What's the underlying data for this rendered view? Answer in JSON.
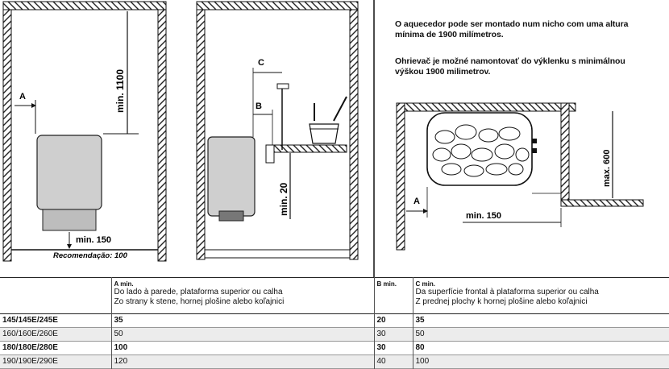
{
  "diagram1": {
    "dim_height": "min. 1100",
    "dim_side": "A",
    "dim_bottom": "min. 150",
    "caption": "Recomendação: 100"
  },
  "diagram2": {
    "dim_c": "C",
    "dim_b": "B",
    "dim_height": "min. 20"
  },
  "diagram3": {
    "dim_side": "A",
    "dim_depth": "min. 150",
    "dim_height": "max. 600"
  },
  "notes": {
    "pt": "O aquecedor pode ser montado num nicho com uma altura mínima de 1900 milímetros.",
    "sk": "Ohrievač je možné namontovať do výklenku s minimálnou výškou 1900 milimetrov."
  },
  "table": {
    "headers": {
      "a_label": "A min.",
      "a_line1": "Do lado à parede, plataforma superior ou calha",
      "a_line2": "Zo strany k stene, hornej plošine alebo koľajnici",
      "b_label": "B min.",
      "c_label": "C min.",
      "c_line1": "Da superfície frontal à plataforma superior ou calha",
      "c_line2": "Z prednej plochy k hornej plošine alebo koľajnici"
    },
    "rows": [
      {
        "model": "145/145E/245E",
        "a": "35",
        "b": "20",
        "c": "35"
      },
      {
        "model": "160/160E/260E",
        "a": "50",
        "b": "30",
        "c": "50"
      },
      {
        "model": "180/180E/280E",
        "a": "100",
        "b": "30",
        "c": "80"
      },
      {
        "model": "190/190E/290E",
        "a": "120",
        "b": "40",
        "c": "100"
      }
    ]
  }
}
